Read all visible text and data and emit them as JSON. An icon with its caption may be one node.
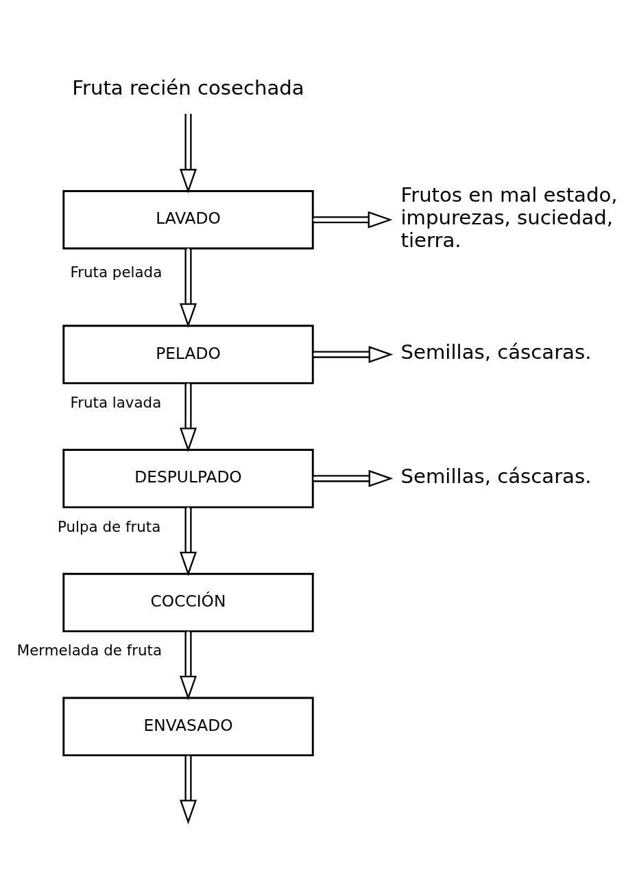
{
  "diagram": {
    "nodes": [
      {
        "text": [
          "Fruta recién cosechada"
        ]
      },
      {
        "text": [
          "LAVADO"
        ]
      },
      {
        "text": [
          "Frutos en mal estado, impurezas, suciedad, tierra."
        ]
      },
      {
        "text": [
          "PELADO"
        ]
      },
      {
        "text": [
          "Semillas, cáscaras."
        ]
      },
      {
        "text": [
          "DESPULPADO"
        ]
      },
      {
        "text": [
          "Semillas, cáscaras."
        ]
      },
      {
        "text": [
          "COCCIÓN"
        ]
      },
      {
        "text": [
          "ENVASADO"
        ]
      }
    ],
    "edges": [
      {
        "from": 0,
        "to": 1,
        "arrow": "to"
      },
      {
        "from": 1,
        "to": 2,
        "arrow": "to"
      },
      {
        "from": 1,
        "to": 3,
        "arrow": "to",
        "label": "Fruta pelada"
      },
      {
        "from": 3,
        "to": 4,
        "arrow": "to"
      },
      {
        "from": 3,
        "to": 5,
        "arrow": "to",
        "label": "Fruta lavada"
      },
      {
        "from": 5,
        "to": 6,
        "arrow": "to"
      },
      {
        "from": 5,
        "to": 7,
        "arrow": "to",
        "label": "Pulpa de fruta"
      },
      {
        "from": 7,
        "to": 8,
        "arrow": "to",
        "label": "Mermelada de fruta"
      },
      {
        "from": 8,
        "to": null,
        "arrow": "to"
      }
    ]
  }
}
